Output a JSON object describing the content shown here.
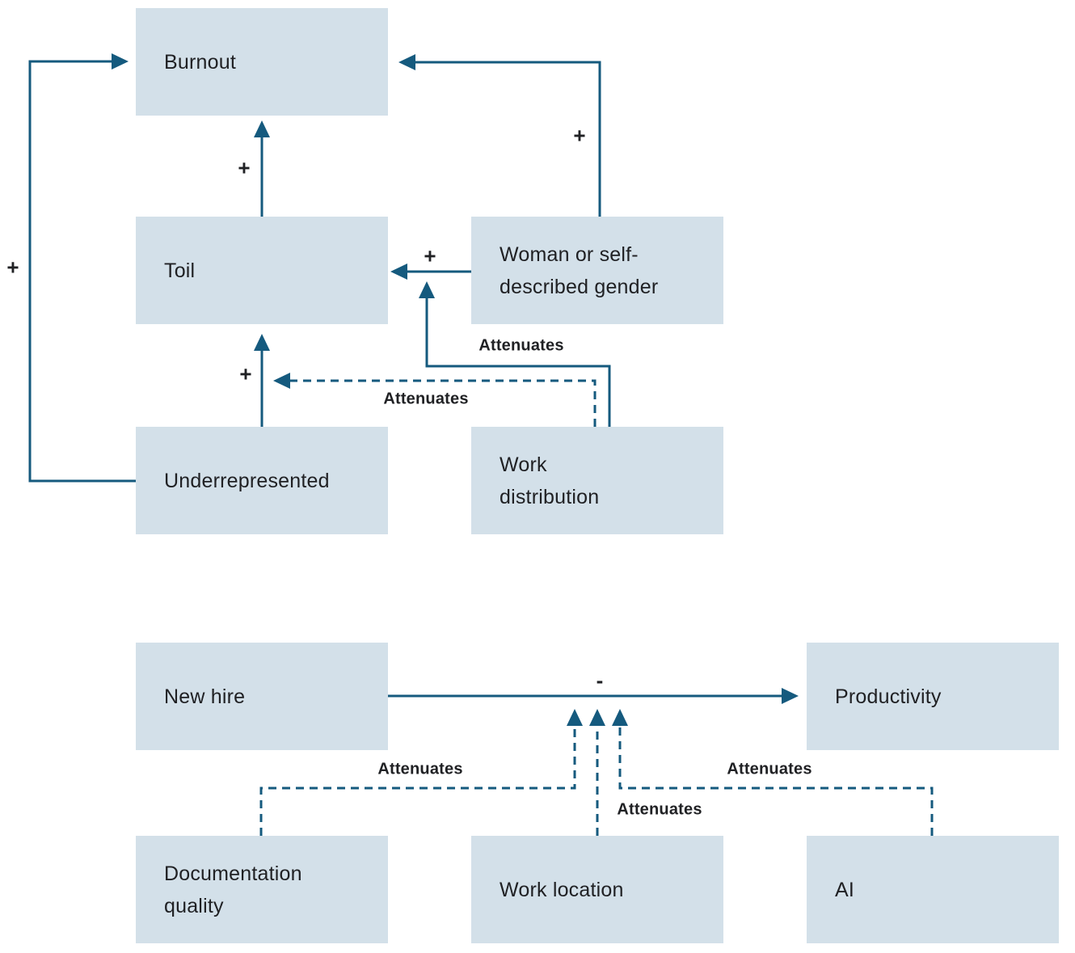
{
  "colors": {
    "box_fill": "#d3e0e9",
    "line": "#155a7e",
    "text": "#202124"
  },
  "nodes": [
    {
      "id": "burnout",
      "label": "Burnout"
    },
    {
      "id": "toil",
      "label": "Toil"
    },
    {
      "id": "woman",
      "label": "Woman or self-\ndescribed gender"
    },
    {
      "id": "underrepresented",
      "label": "Underrepresented"
    },
    {
      "id": "work-distribution",
      "label": "Work\ndistribution"
    },
    {
      "id": "new-hire",
      "label": "New hire"
    },
    {
      "id": "productivity",
      "label": "Productivity"
    },
    {
      "id": "documentation-quality",
      "label": "Documentation\nquality"
    },
    {
      "id": "work-location",
      "label": "Work location"
    },
    {
      "id": "ai",
      "label": "AI"
    }
  ],
  "edges": [
    {
      "from": "Toil",
      "to": "Burnout",
      "sign": "+"
    },
    {
      "from": "Underrepresented",
      "to": "Toil",
      "sign": "+"
    },
    {
      "from": "Woman or self-described gender",
      "to": "Toil",
      "sign": "+"
    },
    {
      "from": "Woman or self-described gender",
      "to": "Burnout",
      "sign": "+"
    },
    {
      "from": "Underrepresented",
      "to": "Burnout",
      "sign": "+"
    },
    {
      "from": "New hire",
      "to": "Productivity",
      "sign": "-"
    },
    {
      "from": "Work distribution",
      "to": "Woman or self-described gender → Toil",
      "label": "Attenuates"
    },
    {
      "from": "Work distribution",
      "to": "Underrepresented → Toil",
      "label": "Attenuates"
    },
    {
      "from": "Documentation quality",
      "to": "New hire → Productivity",
      "label": "Attenuates"
    },
    {
      "from": "Work location",
      "to": "New hire → Productivity",
      "label": "Attenuates"
    },
    {
      "from": "AI",
      "to": "New hire → Productivity",
      "label": "Attenuates"
    }
  ]
}
